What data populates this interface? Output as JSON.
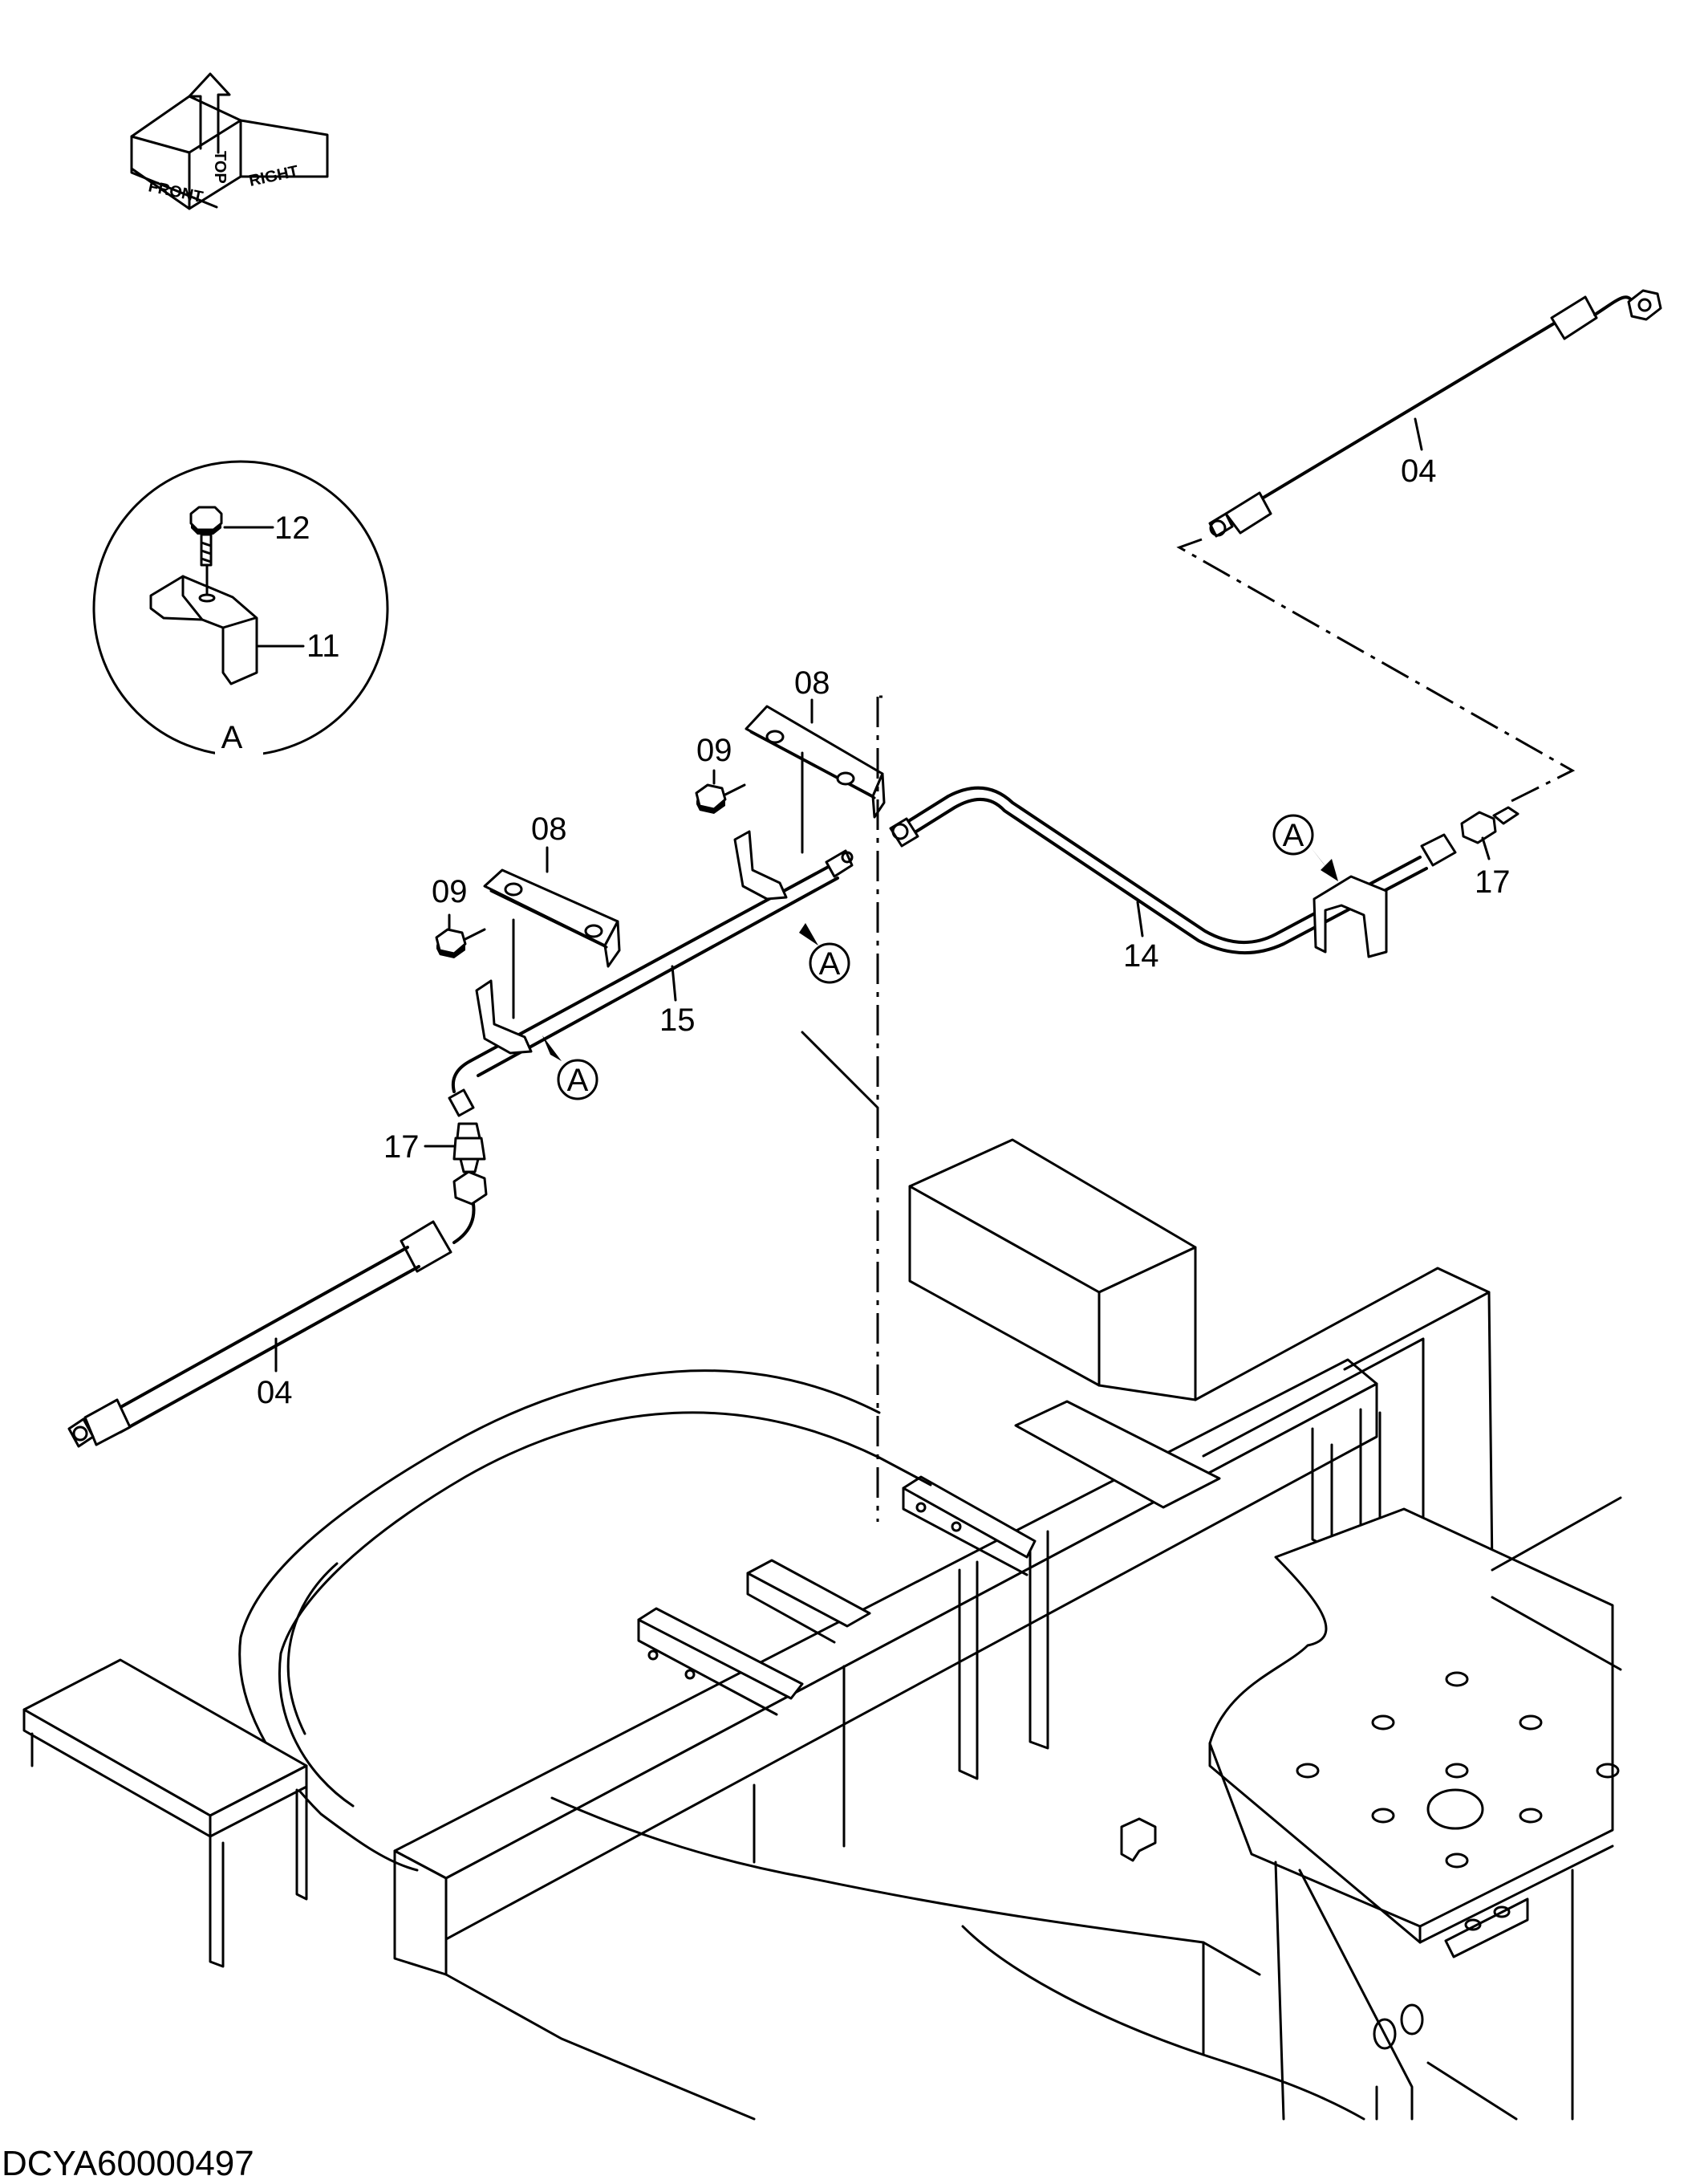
{
  "orientation": {
    "front": "FRONT",
    "top": "TOP",
    "right": "RIGHT"
  },
  "detail": {
    "title": "A",
    "bolt": "12",
    "clamp": "11"
  },
  "callout_letter": "A",
  "parts": {
    "hose_top": "04",
    "hose_bottom": "04",
    "bracket_upper": "08",
    "bracket_lower": "08",
    "bolt_upper": "09",
    "bolt_lower": "09",
    "pipe_right": "14",
    "pipe_left": "15",
    "adapter_right": "17",
    "adapter_left": "17"
  },
  "drawing_code": "DCYA60000497"
}
